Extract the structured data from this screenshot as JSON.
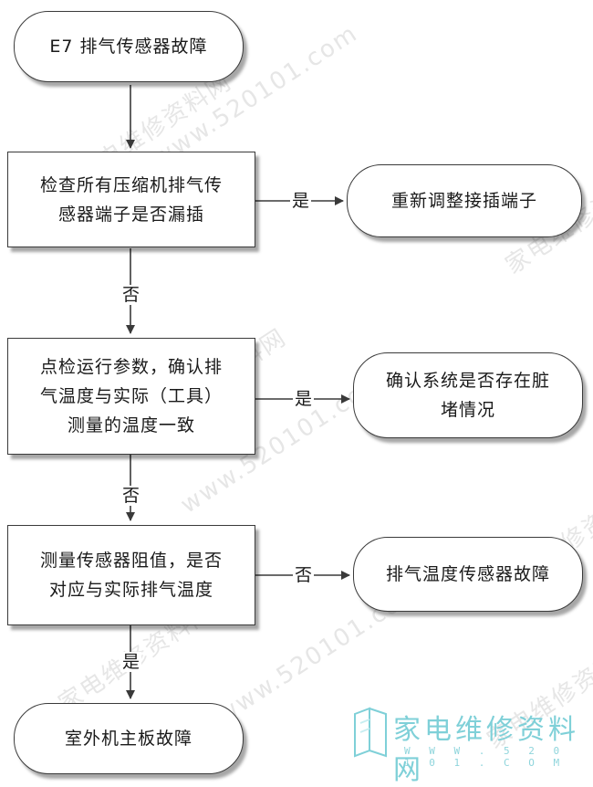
{
  "nodes": {
    "start": "E7  排气传感器故障",
    "check_terminal": [
      "检查所有压缩机排气传",
      "感器端子是否漏插"
    ],
    "readjust": "重新调整接插端子",
    "check_params": [
      "点检运行参数，确认排",
      "气温度与实际（工具）",
      "测量的温度一致"
    ],
    "confirm_system": [
      "确认系统是否存在脏",
      "堵情况"
    ],
    "measure_resistance": [
      "测量传感器阻值，是否",
      "对应与实际排气温度"
    ],
    "sensor_fault": "排气温度传感器故障",
    "mainboard_fault": "室外机主板故障"
  },
  "edges": {
    "terminal_yes": "是",
    "terminal_no": "否",
    "params_yes": "是",
    "params_no": "否",
    "resistance_no": "否",
    "resistance_yes": "是"
  },
  "watermark": {
    "brand": "家电维修资料网",
    "url": "www.520101.com",
    "url_small": "W W W . 5 2 0 1 0 1 . C O M"
  },
  "colors": {
    "border": "#3a3a3a",
    "watermark": "#e6e6e6",
    "brand": "#7fd0d8"
  }
}
